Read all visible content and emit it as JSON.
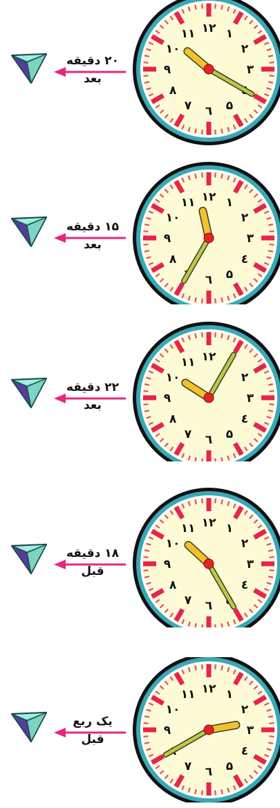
{
  "rows": [
    {
      "line1": "۲۰ دقیقه",
      "line2": "بعد",
      "hour": 10,
      "minute": 20
    },
    {
      "line1": "۱۵ دقیقه",
      "line2": "بعد",
      "hour": 11,
      "minute": 35
    },
    {
      "line1": "۲۲ دقیقه",
      "line2": "بعد",
      "hour": 10,
      "minute": 5
    },
    {
      "line1": "۱۸ دقیقه",
      "line2": "قبل",
      "hour": 10,
      "minute": 25
    },
    {
      "line1": "یک ربع",
      "line2": "قبل",
      "hour": 2,
      "minute": 40
    }
  ],
  "dial_numerals": [
    "۱۲",
    "۱",
    "۲",
    "۳",
    "٤",
    "۵",
    "٦",
    "۷",
    "۸",
    "۹",
    "۱۰",
    "۱۱"
  ],
  "colors": {
    "face": "#fdfbd6",
    "ring_teal": "#39a9b4",
    "rim": "#111111",
    "tick_major": "#e8234d",
    "tick_minor": "#e34a6e",
    "hour_hand": "#f2c12e",
    "minute_hand": "#b9c94a",
    "hand_outline": "#3c3c1a",
    "center": "#e62222",
    "arrow": "#e6287a"
  },
  "icons": [
    "gem-icon",
    "arrow-left-icon",
    "clock-icon"
  ]
}
